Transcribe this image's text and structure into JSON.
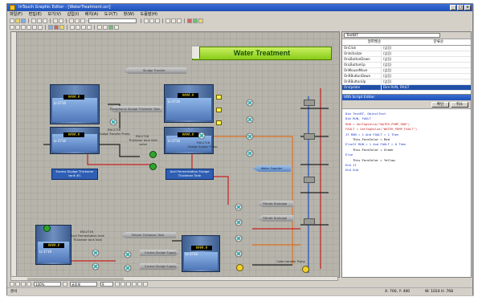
{
  "window": {
    "title": "InTouch Graphic Editor - [WaterTreatment.scr]",
    "controls": [
      "_",
      "□",
      "x"
    ]
  },
  "menu": [
    "파일(F)",
    "편집(E)",
    "보기(V)",
    "삽입(I)",
    "배치(A)",
    "도구(T)",
    "창(W)",
    "도움말(H)"
  ],
  "diagram": {
    "title": "Water Treatment",
    "tanks": [
      {
        "tag": "LI-3716",
        "level": "####.#"
      },
      {
        "tag": "LI-3716",
        "level": "####.#"
      },
      {
        "tag": "LI-3716",
        "level": "####.#"
      },
      {
        "tag": "LI-3716",
        "level": "####.#"
      },
      {
        "tag": "LI-3716",
        "level": "####.#"
      },
      {
        "tag": "LI-3716",
        "level": "####.#"
      }
    ],
    "boxes": [
      {
        "label": "Excess Sludge Thickener tank #1"
      },
      {
        "label": "Acid Fermentation Sludge Thickener Tank"
      }
    ],
    "arrows": [
      {
        "label": "Sludge Transfer"
      },
      {
        "label": "Phosphorus Sludge Thickener Tank"
      },
      {
        "label": "Water Supplier"
      },
      {
        "label": "Filtrate Drainage"
      },
      {
        "label": "Filtrate Drainage"
      },
      {
        "label": "Filtrate Thickener Tank"
      },
      {
        "label": "Excess Sludge Supply"
      },
      {
        "label": "Excess Sludge Supply"
      }
    ],
    "pump_labels": [
      "EW-2716",
      "EW-2716",
      "EW-2716",
      "EW-2716"
    ],
    "small_labels": [
      "Sludge Transfer Pump",
      "Thickener tank Inlet valve",
      "Sludge Supply Pump",
      "Acid Fermentation tank Thickener tank Inlet",
      "Cake transfer Pump"
    ],
    "value_small": "####.#"
  },
  "properties": {
    "object": "TextBT",
    "tabs": [
      "알파벳순",
      "분류순"
    ],
    "rows": [
      {
        "key": "OnClick",
        "value": "(없음)"
      },
      {
        "key": "OnInitialize",
        "value": "(없음)"
      },
      {
        "key": "OnLButtonDown",
        "value": "(없음)"
      },
      {
        "key": "OnLButtonUp",
        "value": "(없음)"
      },
      {
        "key": "OnMouseMove",
        "value": "(없음)"
      },
      {
        "key": "OnRButtonDown",
        "value": "(없음)"
      },
      {
        "key": "OnRButtonUp",
        "value": "(없음)"
      },
      {
        "key": "OnUpdate",
        "value": "Dim RUN, FAULT"
      }
    ]
  },
  "script": {
    "title": "VBS Script Editor",
    "ok": "확인",
    "cancel": "취소",
    "lines": [
      "Dim TextBT, ObjectText",
      "Dim RUN, FAULT",
      "",
      "RUN = GetTagValue(\"WATER_PUMP_RUN\")",
      "FAULT = GetTagValue(\"WATER_PUMP_FAULT\")",
      "",
      "If RUN = 1 And FAULT = 1 Then",
      "    This.ForeColor = Red",
      "",
      "ElseIf RUN = 1 And FAULT = 0 Then",
      "    This.ForeColor = Green",
      "",
      "Else",
      "    This.ForeColor = Yellow",
      "",
      "End If",
      "End Sub"
    ]
  },
  "bottom": {
    "zoom": "100%",
    "font": "굴림체",
    "size": "9"
  },
  "status": {
    "left": "준비",
    "coords": "X: 700, Y: 400",
    "size": "W: 1024  H: 768"
  },
  "colors": {
    "title_green": "#8acb18",
    "pipe_red": "#c82020",
    "pipe_orange": "#e07020",
    "pipe_blue": "#2050c8",
    "pipe_black": "#202020"
  }
}
